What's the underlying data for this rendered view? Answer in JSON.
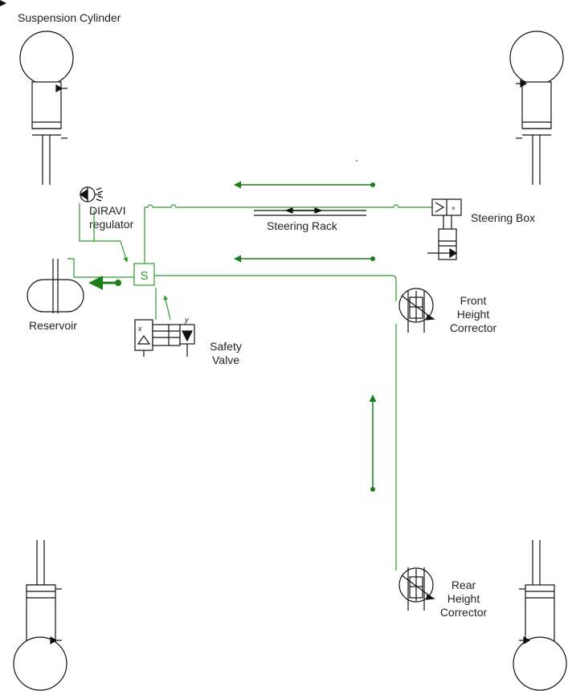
{
  "colors": {
    "hydraulic_line": "#2e9a2e",
    "flow_arrow": "#1a7f1a",
    "component": "#111111",
    "background": "#ffffff"
  },
  "labels": {
    "suspension_cylinder": "Suspension Cylinder",
    "diravi_regulator": "DIRAVI\nregulator",
    "steering_rack": "Steering Rack",
    "steering_box": "Steering Box",
    "reservoir": "Reservoir",
    "safety_valve": "Safety\nValve",
    "front_height_corrector": "Front\nHeight\nCorrector",
    "rear_height_corrector": "Rear\nHeight\nCorrector",
    "switch_block": "S",
    "port_x": "x",
    "port_y": "y"
  }
}
